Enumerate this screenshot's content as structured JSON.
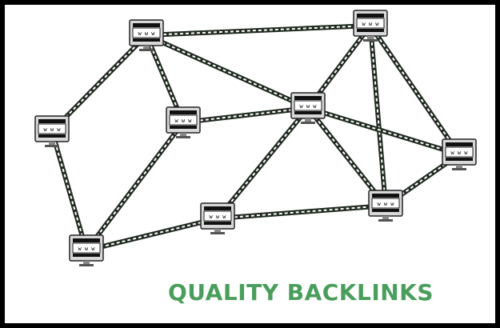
{
  "caption": "QUALITY BACKLINKS",
  "caption_color": "#4a9e5c",
  "monitor_label": "w w w",
  "colors": {
    "chain_dark": "#1f2a1f",
    "chain_light": "#ffffff",
    "monitor_body": "#d8d8d8",
    "monitor_outline": "#222222",
    "screen_bar": "#111111"
  },
  "nodes": [
    "node-1",
    "node-2",
    "node-3",
    "node-4",
    "node-5",
    "node-6",
    "node-7",
    "node-8",
    "node-9",
    "node-10"
  ],
  "links": [
    [
      "node-1",
      "node-2"
    ],
    [
      "node-1",
      "node-3"
    ],
    [
      "node-1",
      "node-4"
    ],
    [
      "node-1",
      "node-5"
    ],
    [
      "node-2",
      "node-5"
    ],
    [
      "node-2",
      "node-6"
    ],
    [
      "node-2",
      "node-9"
    ],
    [
      "node-3",
      "node-7"
    ],
    [
      "node-4",
      "node-5"
    ],
    [
      "node-4",
      "node-7"
    ],
    [
      "node-5",
      "node-8"
    ],
    [
      "node-5",
      "node-6"
    ],
    [
      "node-5",
      "node-9"
    ],
    [
      "node-6",
      "node-9"
    ],
    [
      "node-8",
      "node-7"
    ],
    [
      "node-8",
      "node-9"
    ]
  ]
}
